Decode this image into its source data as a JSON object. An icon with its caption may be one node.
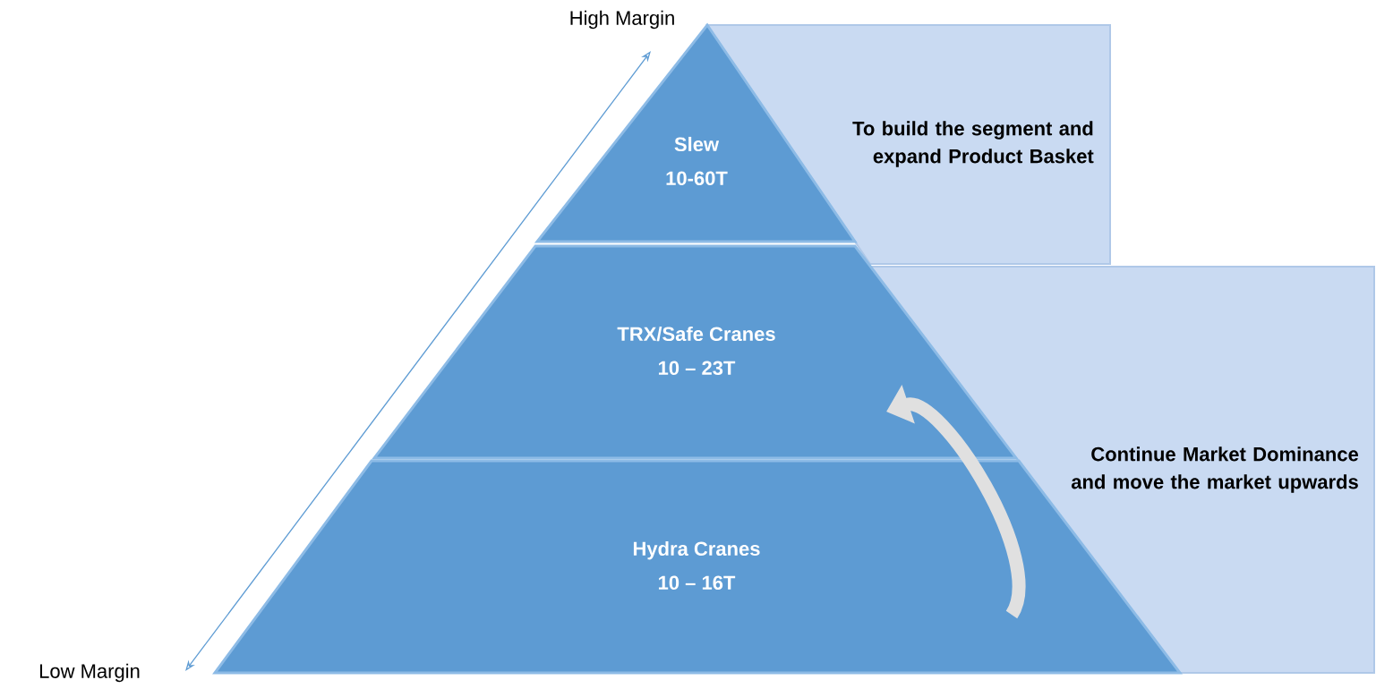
{
  "diagram": {
    "nodes": [
      {
        "text": [
          "Slew",
          "10-60T"
        ]
      },
      {
        "text": [
          "TRX/Safe Cranes",
          "10 – 23T"
        ]
      },
      {
        "text": [
          "Hydra Cranes",
          "10 – 16T"
        ]
      },
      {
        "text": [
          "To build the segment and expand Product Basket"
        ]
      },
      {
        "text": [
          "Continue Market Dominance and move the market upwards"
        ]
      }
    ],
    "edges": [
      {
        "from": 2,
        "to": 1,
        "arrow": "to"
      }
    ],
    "labels": [
      "High Margin",
      "Low Margin"
    ]
  }
}
